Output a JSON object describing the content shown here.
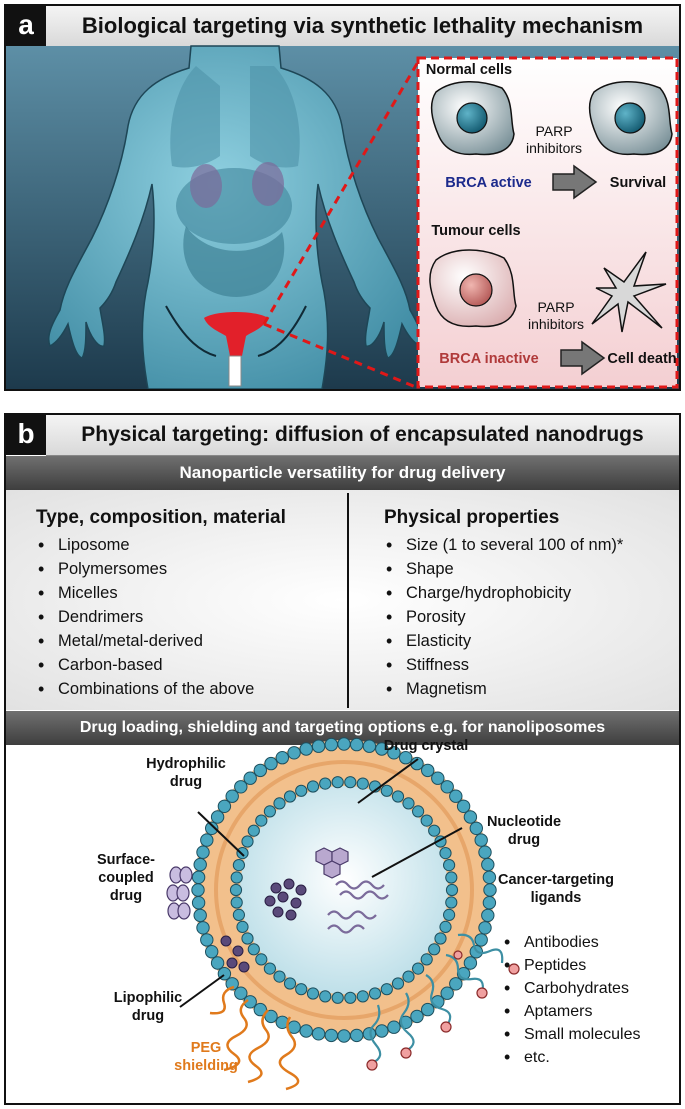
{
  "panel_a": {
    "letter": "a",
    "title": "Biological targeting via synthetic lethality mechanism",
    "normal_cells": "Normal cells",
    "parp_1": "PARP",
    "inhibitors_1": "inhibitors",
    "brca_active": "BRCA active",
    "survival": "Survival",
    "tumour_cells": "Tumour cells",
    "parp_2": "PARP",
    "inhibitors_2": "inhibitors",
    "brca_inactive": "BRCA inactive",
    "cell_death": "Cell death"
  },
  "panel_b": {
    "letter": "b",
    "title": "Physical targeting: diffusion of encapsulated nanodrugs",
    "versatility_bar": "Nanoparticle versatility for drug delivery",
    "left_heading": "Type, composition, material",
    "left_items": [
      "Liposome",
      "Polymersomes",
      "Micelles",
      "Dendrimers",
      "Metal/metal-derived",
      "Carbon-based",
      "Combinations of the above"
    ],
    "right_heading": "Physical properties",
    "right_items": [
      "Size (1 to several 100 of nm)*",
      "Shape",
      "Charge/hydrophobicity",
      "Porosity",
      "Elasticity",
      "Stiffness",
      "Magnetism"
    ],
    "loading_bar": "Drug loading, shielding and targeting options e.g. for nanoliposomes",
    "hydrophilic_1": "Hydrophilic",
    "hydrophilic_2": "drug",
    "drug_crystal": "Drug crystal",
    "nucleotide_1": "Nucleotide",
    "nucleotide_2": "drug",
    "surface_1": "Surface-",
    "surface_2": "coupled",
    "surface_3": "drug",
    "cancer_1": "Cancer-targeting",
    "cancer_2": "ligands",
    "ligand_items": [
      "Antibodies",
      "Peptides",
      "Carbohydrates",
      "Aptamers",
      "Small molecules",
      "etc."
    ],
    "lipophilic_1": "Lipophilic",
    "lipophilic_2": "drug",
    "peg_1": "PEG",
    "peg_2": "shielding"
  },
  "colors": {
    "brca_active": "#1c2a8c",
    "brca_inactive": "#b03a3a",
    "peg": "#e07a1c",
    "dashed_box": "#e01818",
    "lipid_head": "#4aa6bf",
    "bilayer_core": "#f2c08c"
  }
}
